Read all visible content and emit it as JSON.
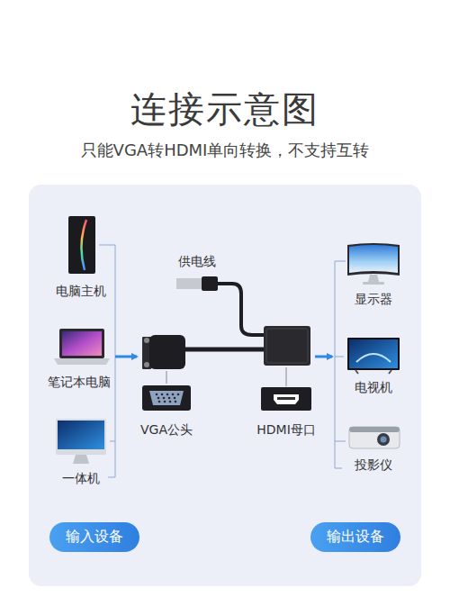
{
  "diagram": {
    "title": "连接示意图",
    "caption": "只能VGA转HDMI单向转换，不支持互转",
    "nodes": [
      {
        "text": [
          "输入设备"
        ]
      },
      {
        "text": [
          "输出设备"
        ]
      }
    ],
    "labels": [
      "电脑主机",
      "笔记本电脑",
      "一体机",
      "供电线",
      "VGA公头",
      "HDMI母口",
      "显示器",
      "电视机",
      "投影仪"
    ]
  }
}
